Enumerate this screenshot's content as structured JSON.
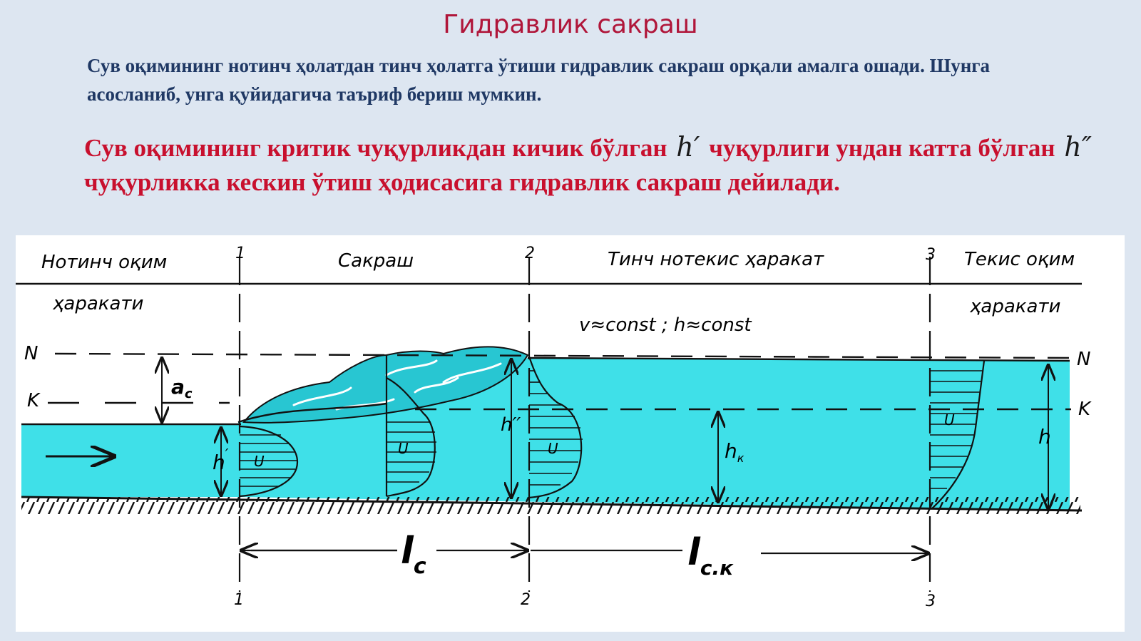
{
  "slide": {
    "title": "Гидравлик сакраш",
    "intro": "Сув оқимининг нотинч ҳолатдан тинч ҳолатга ўтиши гидравлик сакраш орқали амалга ошади. Шунга асосланиб, унга қуйидагича таъриф бериш мумкин.",
    "definition": {
      "part1": "Сув оқимининг критик чуқурликдан кичик бўлган",
      "sym1": "h′",
      "part2": "чуқурлиги ундан катта бўлган",
      "sym2": "h″",
      "part3": "чуқурликка кескин ўтиш ҳодисасига гидравлик сакраш дейилади."
    }
  },
  "diagram": {
    "zones": {
      "z1a": "Нотинч оқим",
      "z1b": "ҳаракати",
      "z2": "Сакраш",
      "z3": "Тинч нотекис ҳаракат",
      "z4a": "Текис оқим",
      "z4b": "ҳаракати"
    },
    "section_top": {
      "s1": "1",
      "s2": "2",
      "s3": "3"
    },
    "section_bottom": {
      "s1": "1",
      "s2": "2",
      "s3": "3"
    },
    "condition": "v≈const ;   h≈const",
    "lines": {
      "N_left": "N",
      "N_right": "N",
      "K_left": "K",
      "K_right": "K"
    },
    "dims": {
      "ac": "a",
      "ac_sub": "c",
      "h1": "h",
      "h1_mark": "′",
      "h2": "h′′",
      "hk": "h",
      "hk_sub": "к",
      "h": "h",
      "lc": "l",
      "lc_sub": "c",
      "lck": "l",
      "lck_sub": "c.к"
    },
    "velocity_label": "U",
    "colors": {
      "water": "#3fe0e8",
      "foam": "#28c6d2",
      "line": "#111111"
    }
  }
}
